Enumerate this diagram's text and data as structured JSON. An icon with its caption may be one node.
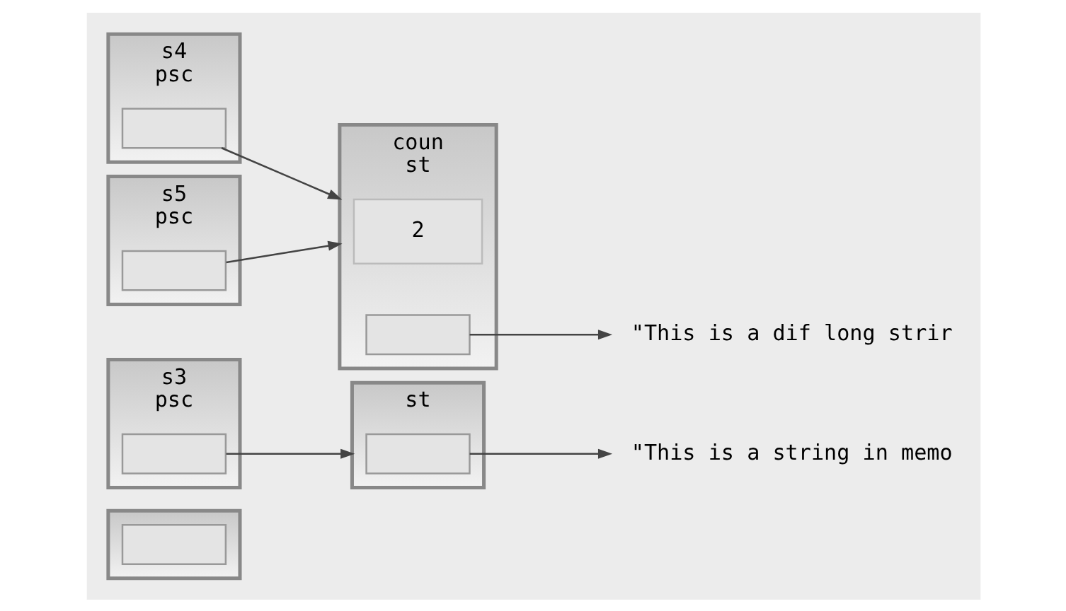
{
  "diagram": {
    "nodes": [
      {
        "text": [],
        "shape": "box"
      },
      {
        "text": [],
        "shape": "box",
        "in": 0
      },
      {
        "text": [
          "st"
        ]
      },
      {
        "text": [],
        "shape": "box",
        "in": 2
      },
      {
        "text": [
          "\"This is a string in memo"
        ]
      },
      {
        "text": [
          "s3",
          "psc"
        ]
      },
      {
        "text": [],
        "shape": "box",
        "in": 5
      },
      {
        "text": [
          "s4",
          "psc"
        ]
      },
      {
        "text": [],
        "shape": "box",
        "in": 7
      },
      {
        "text": [
          "coun",
          "st"
        ]
      },
      {
        "text": [
          "2"
        ],
        "in": 9
      },
      {
        "text": [],
        "shape": "box",
        "in": 9
      },
      {
        "text": [
          "\"This is a dif long strir"
        ]
      },
      {
        "text": [
          "s5",
          "psc"
        ]
      },
      {
        "text": [],
        "shape": "box",
        "in": 13
      }
    ],
    "edges": [
      {
        "from": 3,
        "to": 4,
        "arrow": "to"
      },
      {
        "from": 6,
        "to": 2,
        "arrow": "to"
      },
      {
        "from": 8,
        "to": 9,
        "arrow": "to"
      },
      {
        "from": 11,
        "to": 12,
        "arrow": "to"
      },
      {
        "from": 14,
        "to": 9,
        "arrow": "to"
      }
    ]
  }
}
